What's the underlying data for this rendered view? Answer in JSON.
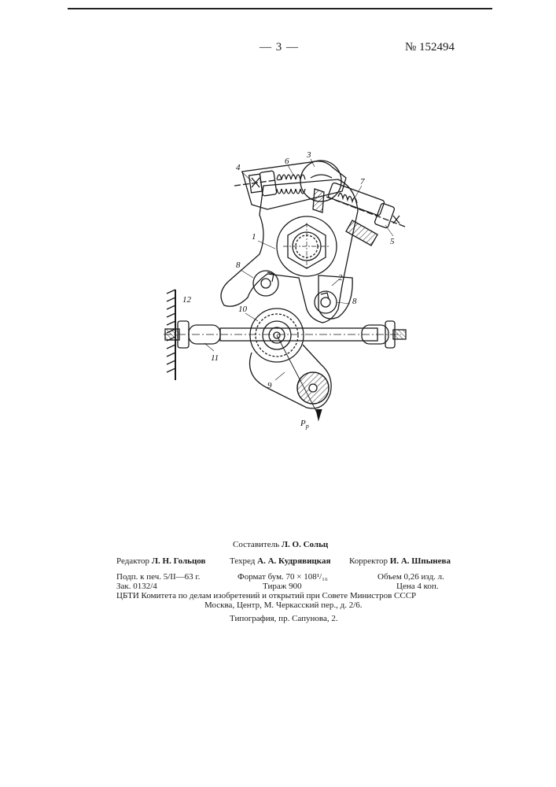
{
  "header": {
    "page_number": "— 3 —",
    "patent_number": "№ 152494"
  },
  "drawing": {
    "labels": {
      "l1": "1",
      "l2": "2",
      "l3": "3",
      "l4": "4",
      "l5": "5",
      "l6": "6",
      "l7": "7",
      "l8a": "8",
      "l8b": "8",
      "l9": "9",
      "l10": "10",
      "l11": "11",
      "l12": "12",
      "force": "P",
      "force_sub": "p"
    }
  },
  "imprint": {
    "compiler_label": "Составитель",
    "compiler_name": "Л. О. Сольц",
    "editor_label": "Редактор",
    "editor_name": "Л. Н. Гольцов",
    "techred_label": "Техред",
    "techred_name": "А. А. Кудрявицкая",
    "corrector_label": "Корректор",
    "corrector_name": "И. А. Шпынева",
    "signed": "Подп. к печ. 5/II—63 г.",
    "format": "Формат бум. 70 × 108¹/₁₆",
    "volume": "Объем 0,26 изд. л.",
    "order": "Зак. 0132/4",
    "circulation": "Тираж 900",
    "price": "Цена 4 коп.",
    "org": "ЦБТИ Комитета по делам изобретений и открытий при Совете Министров СССР",
    "address": "Москва, Центр, М. Черкасский пер., д. 2/6.",
    "printer": "Типография, пр. Сапунова, 2."
  }
}
